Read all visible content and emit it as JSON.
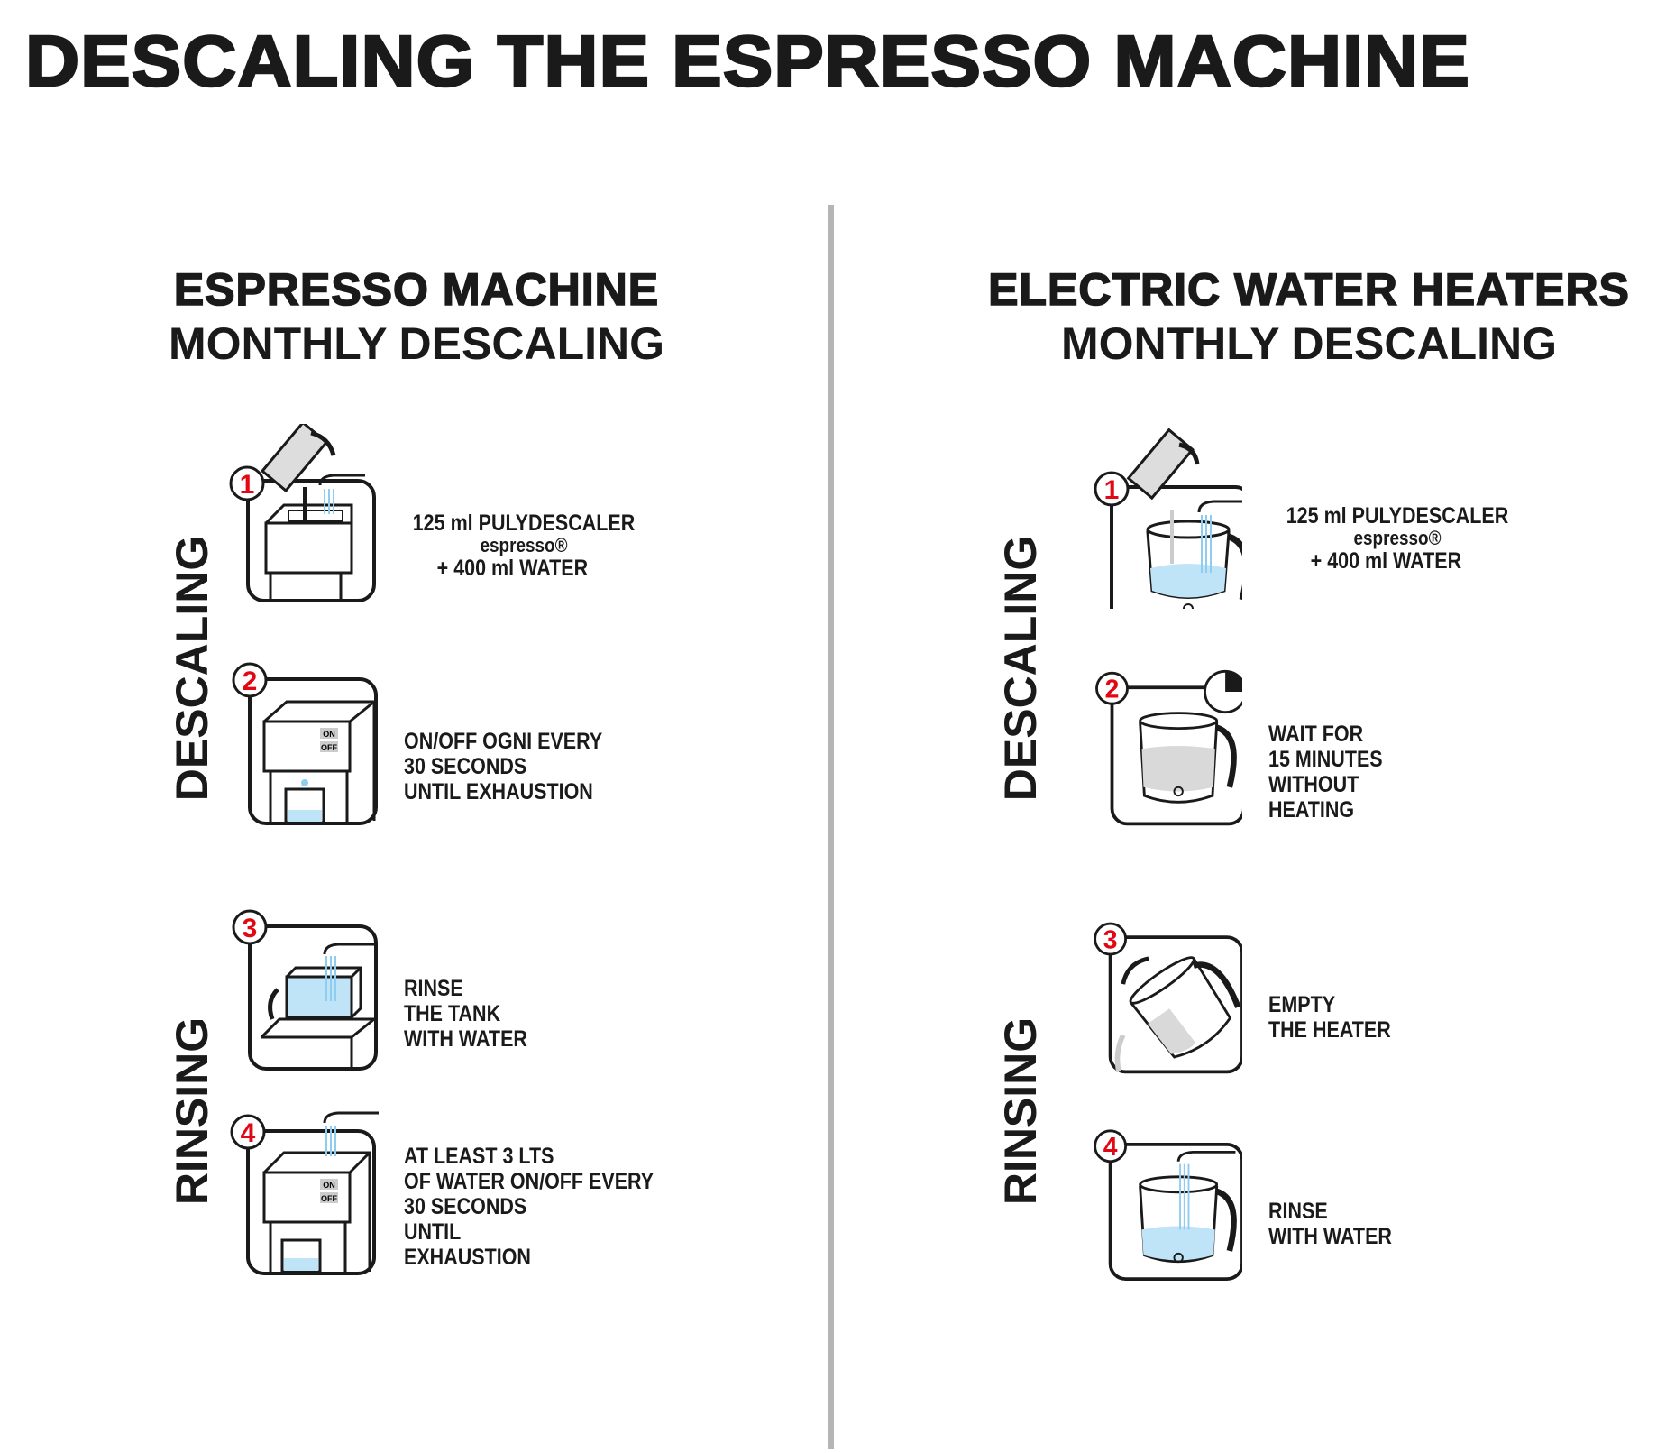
{
  "title": "DESCALING THE ESPRESSO MACHINE",
  "sections": [
    {
      "heading_line1": "ESPRESSO MACHINE",
      "heading_line2": "MONTHLY DESCALING",
      "phase_descaling": "DESCALING",
      "phase_rinsing": "RINSING",
      "steps": [
        {
          "number": "1",
          "lines": [
            "125 ml PULYDESCALER",
            "espresso®",
            "+ 400 ml WATER"
          ]
        },
        {
          "number": "2",
          "switch_on": "ON",
          "switch_off": "OFF",
          "lines": [
            "ON/OFF OGNI EVERY",
            "30 SECONDS",
            "UNTIL EXHAUSTION"
          ]
        },
        {
          "number": "3",
          "lines": [
            "RINSE",
            "THE TANK",
            "WITH WATER"
          ]
        },
        {
          "number": "4",
          "switch_on": "ON",
          "switch_off": "OFF",
          "lines": [
            "AT LEAST 3 LTS",
            "OF WATER ON/OFF EVERY",
            "30 SECONDS",
            "UNTIL",
            "EXHAUSTION"
          ]
        }
      ]
    },
    {
      "heading_line1": "ELECTRIC WATER HEATERS",
      "heading_line2": "MONTHLY DESCALING",
      "phase_descaling": "DESCALING",
      "phase_rinsing": "RINSING",
      "steps": [
        {
          "number": "1",
          "lines": [
            "125 ml PULYDESCALER",
            "espresso®",
            "+ 400 ml WATER"
          ]
        },
        {
          "number": "2",
          "timer_fraction": 0.25,
          "lines": [
            "WAIT FOR",
            "15 MINUTES",
            "WITHOUT",
            "HEATING"
          ]
        },
        {
          "number": "3",
          "lines": [
            "EMPTY",
            "THE HEATER"
          ]
        },
        {
          "number": "4",
          "lines": [
            "RINSE",
            "WITH WATER"
          ]
        }
      ]
    }
  ],
  "colors": {
    "text": "#1a1a1a",
    "accent_red": "#e30613",
    "water_blue": "#bfe3f7",
    "divider": "#b5b5b5"
  }
}
